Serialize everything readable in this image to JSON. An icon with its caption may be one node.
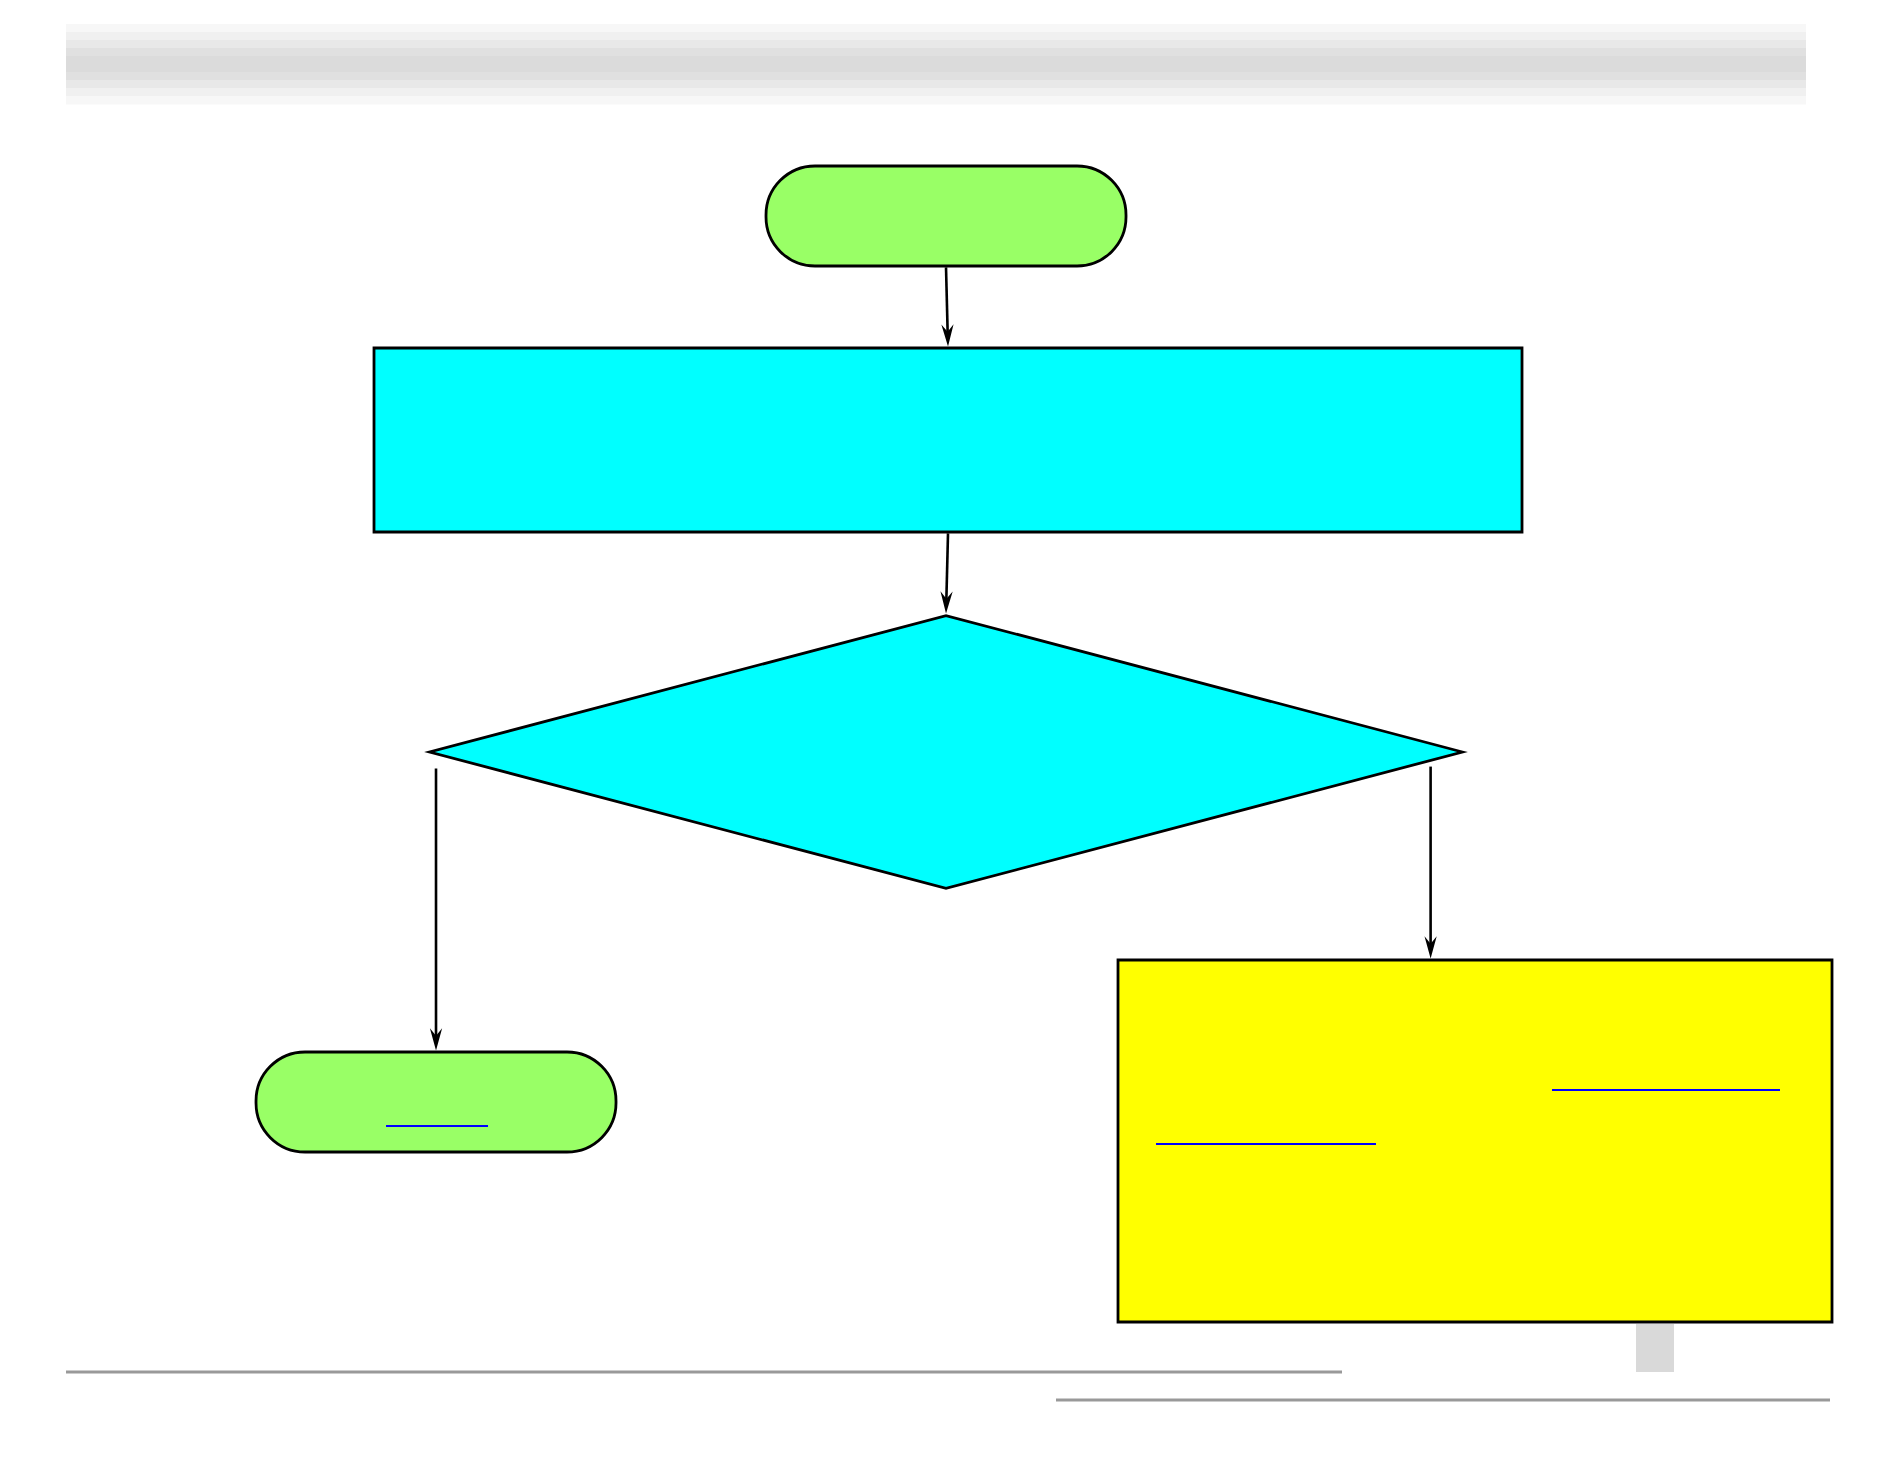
{
  "diagram": {
    "nodes": [
      {
        "text": [],
        "shape": "stadium"
      },
      {
        "text": [],
        "shape": "box"
      },
      {
        "text": [],
        "shape": "diamond"
      },
      {
        "text": [],
        "shape": "stadium"
      },
      {
        "text": [],
        "shape": "box"
      }
    ],
    "edges": [
      {
        "from": 0,
        "to": 1,
        "arrow": "to"
      },
      {
        "from": 1,
        "to": 2,
        "arrow": "to"
      },
      {
        "from": 2,
        "to": 3,
        "arrow": "to"
      },
      {
        "from": 2,
        "to": 4,
        "arrow": "to"
      }
    ]
  }
}
